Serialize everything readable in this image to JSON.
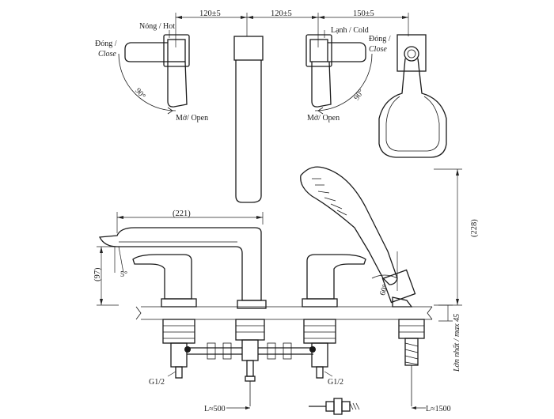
{
  "dimensions": {
    "top_spacing_1": "120±5",
    "top_spacing_2": "120±5",
    "top_spacing_3": "150±5",
    "spout_reach": "(221)",
    "spout_height": "(97)",
    "shower_height": "(228)",
    "spout_angle": "5°",
    "handle_rotation_left": "90°",
    "handle_rotation_right": "90°",
    "shower_angle": "60°",
    "max_deck_thickness": "Lớn nhất / max 45"
  },
  "labels": {
    "hot": "Nóng / Hot",
    "cold": "Lạnh / Cold",
    "close_left_1": "Đóng /",
    "close_left_2": "Close",
    "close_right_1": "Đóng /",
    "close_right_2": "Close",
    "open_left": "Mở/ Open",
    "open_right": "Mở/ Open",
    "thread_left": "G1/2",
    "thread_right": "G1/2",
    "hose_left": "L≈500",
    "hose_right": "L≈1500"
  }
}
